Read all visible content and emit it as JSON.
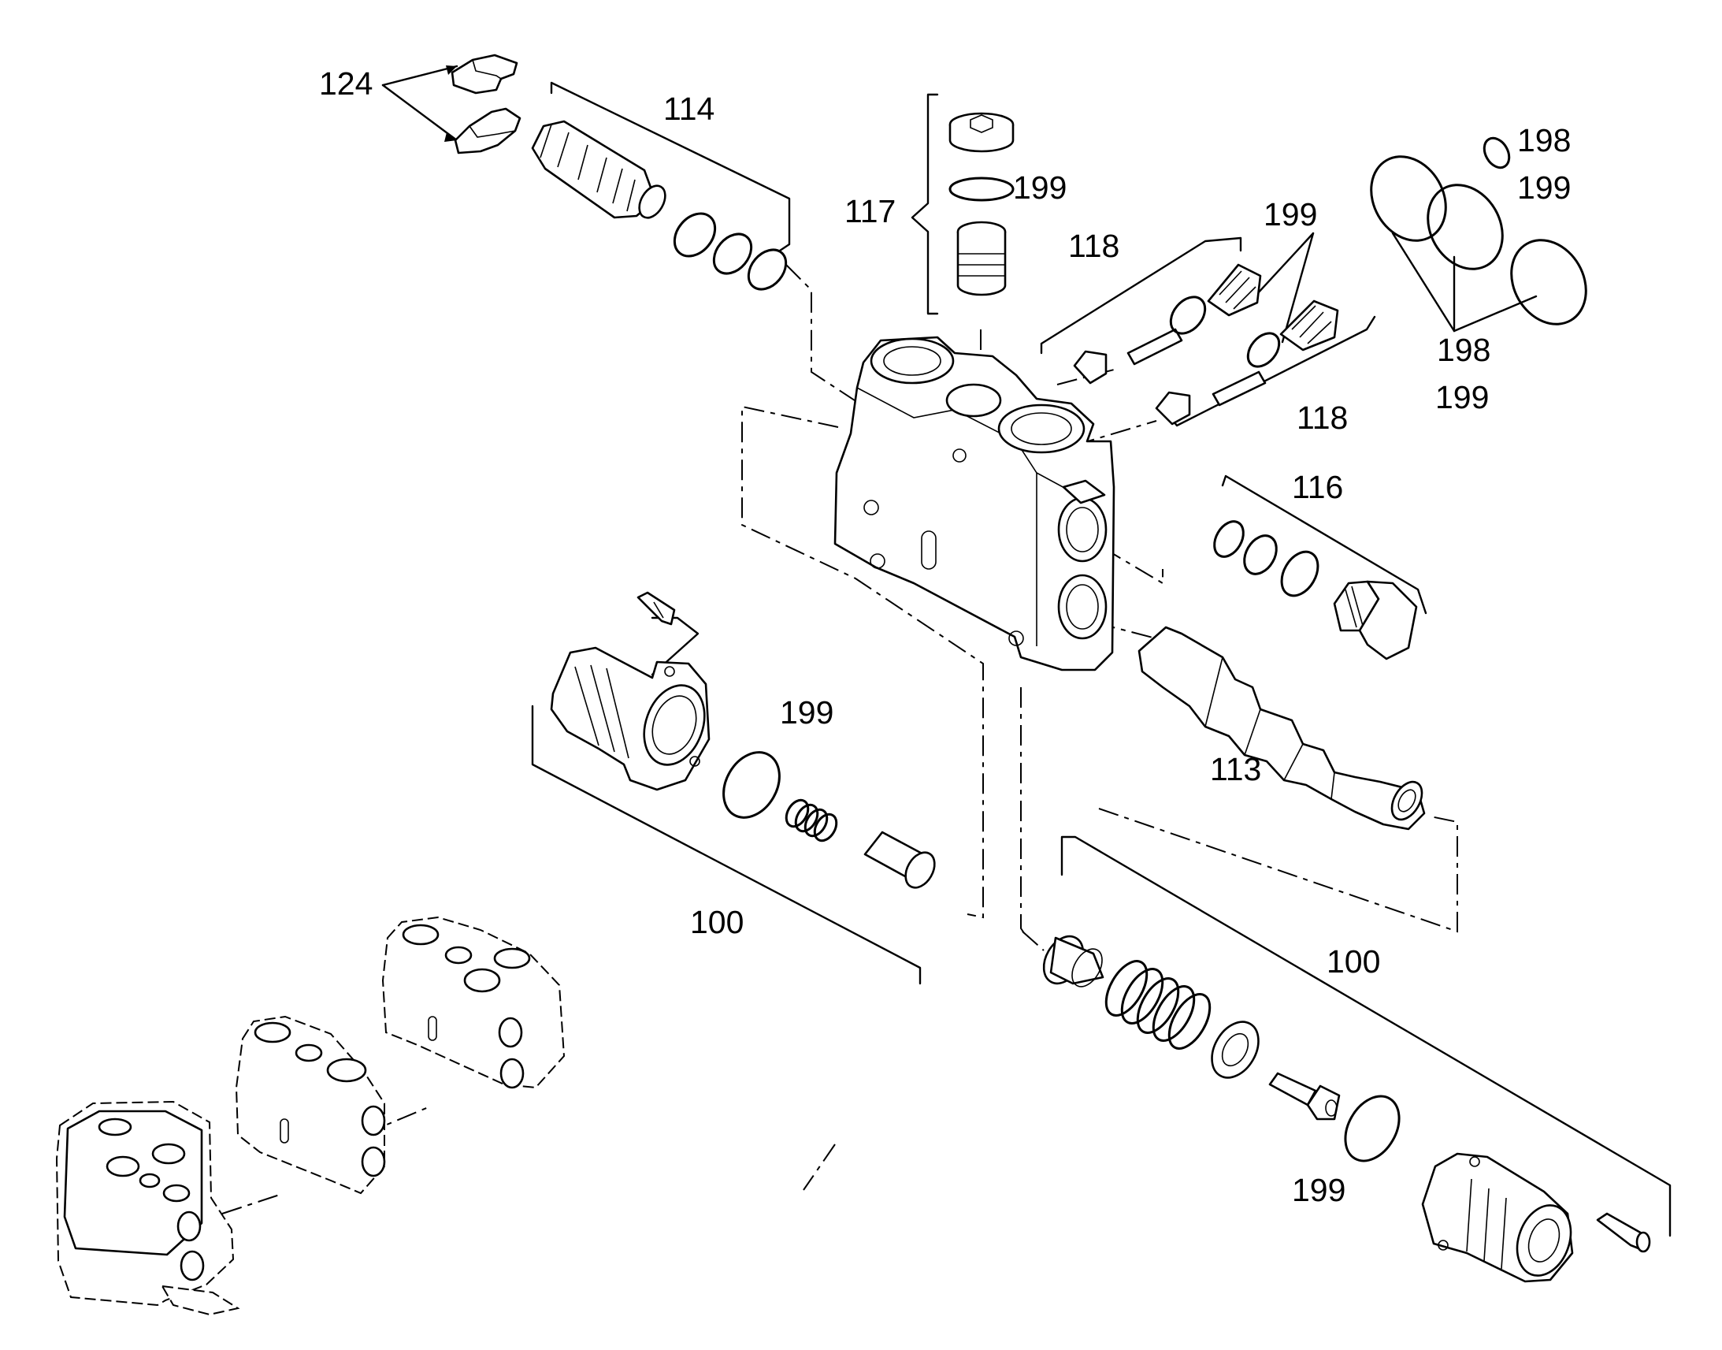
{
  "labels": {
    "l124": "124",
    "l114": "114",
    "l117": "117",
    "l199_top": "199",
    "l118_a": "118",
    "l199_b": "199",
    "l198_a": "198",
    "l199_c": "199",
    "l198_b": "198",
    "l199_d": "199",
    "l118_b": "118",
    "l116": "116",
    "l199_e": "199",
    "l113": "113",
    "l100_a": "100",
    "l100_b": "100",
    "l199_f": "199"
  }
}
